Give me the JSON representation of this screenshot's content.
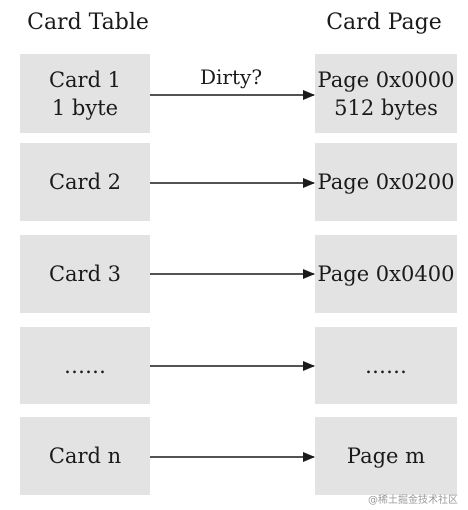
{
  "headers": {
    "left": "Card Table",
    "right": "Card Page"
  },
  "rows": [
    {
      "card": "Card 1\n1 byte",
      "page": "Page 0x0000\n512 bytes",
      "arrow_label": "Dirty?"
    },
    {
      "card": "Card 2",
      "page": "Page 0x0200"
    },
    {
      "card": "Card 3",
      "page": "Page 0x0400"
    },
    {
      "card": "……",
      "page": "……"
    },
    {
      "card": "Card n",
      "page": "Page m"
    }
  ],
  "watermark": "@稀土掘金技术社区",
  "colors": {
    "box_fill": "#e3e3e3",
    "arrow": "#1a1a1a",
    "text": "#1a1a1a"
  }
}
